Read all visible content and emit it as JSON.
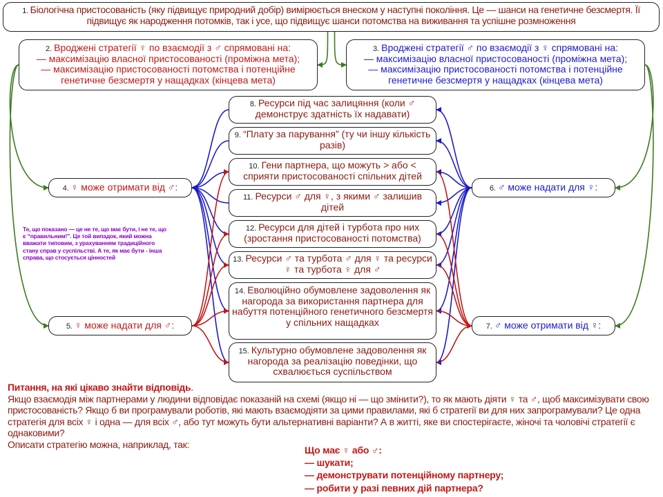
{
  "nodes": {
    "n1": {
      "num": "1.",
      "text": "Біологічна пристосованість (яку підвищує природний добір) вимірюється внеском у наступні покоління. Це — шанси на генетичне безсмертя. Її підвищує як народження потомків, так і усе, що підвищує шанси потомства на виживання та успішне розмноження"
    },
    "n2": {
      "num": "2.",
      "title": "Вроджені стратегії ♀ по взаємодії з ♂ спрямовані на:",
      "line1": "— максимізацію власної пристосованості (проміжна мета);",
      "line2": "— максимізацію пристосованості потомства і потенційне генетичне безсмертя у нащадках (кінцева мета)"
    },
    "n3": {
      "num": "3.",
      "title": "Вроджені стратегії ♂ по взаємодії з ♀ спрямовані на:",
      "line1": "— максимізацію власної пристосованості (проміжна мета);",
      "line2": "— максимізацію пристосованості потомства і потенційне генетичне безсмертя у нащадках (кінцева мета)"
    },
    "n4": {
      "num": "4.",
      "text": "♀ може отримати від ♂:"
    },
    "n5": {
      "num": "5.",
      "text": "♀ може надати для ♂:"
    },
    "n6": {
      "num": "6.",
      "text": "♂ може надати для ♀:"
    },
    "n7": {
      "num": "7.",
      "text": "♂ може отримати від ♀:"
    },
    "n8": {
      "num": "8.",
      "text": "Ресурси під час залицяння (коли ♂ демонструє здатність їх надавати)"
    },
    "n9": {
      "num": "9.",
      "text": "“Плату за парування” (ту чи іншу кількість разів)"
    },
    "n10": {
      "num": "10.",
      "text": "Гени партнера, що можуть > або < сприяти пристосованості спільних дітей"
    },
    "n11": {
      "num": "11.",
      "text": "Ресурси ♂ для ♀, з якими ♂ залишив дітей"
    },
    "n12": {
      "num": "12.",
      "text": "Ресурси для дітей і турбота про них (зростання пристосованості потомства)"
    },
    "n13": {
      "num": "13.",
      "text": "Ресурси ♂ та турбота ♂ для ♀ та ресурси ♀ та турбота ♀ для ♂"
    },
    "n14": {
      "num": "14.",
      "text": "Еволюційно обумовлене задоволення як нагорода за використання партнера для набуття потенційного генетичного безсмертя у спільних нащадках"
    },
    "n15": {
      "num": "15.",
      "text": "Культурно обумовлене задоволення як нагорода за реалізацію поведінки, що схвалюється суспільством"
    }
  },
  "note": "Те, що показано — це не те, що має бути, і не те, що є “правильним!”. Це той випадок, який можна вважати типовим, з урахуванням традиційного стану справ у суспільстві. А те, як має бути - інша справа, що стосується цінностей",
  "questions": {
    "title": "Питання, на які цікаво знайти відповідь",
    "title_dot": ".",
    "p1": "Якщо взаємодія між партнерами у людини відповідає показаній на схемі (якщо ні — що змінити?), то як мають діяти ♀ та ♂, щоб максимізувати свою пристосованість? Якщо б ви програмували роботів, які мають взаємодіяти за цими правилами, які б стратегії ви для них запрограмували? Це одна стратегія для всіх ♀ і одна — для всіх ♂, або тут можуть бути альтернативні варіанти? А в житті, яке ви спостерігаєте, жіночі та чоловічі стратегії є однаковими?",
    "p2": "Описати стратегію можна, наприклад, так:"
  },
  "actions": {
    "title": "Що має ♀ або ♂:",
    "items": [
      "— шукати;",
      "— демонструвати потенційному партнеру;",
      "— робити у разі певних дій партнера?"
    ]
  },
  "colors": {
    "red": "#c01818",
    "blue": "#1b1bc8",
    "green": "#3a7a1e",
    "brown": "#8a1a0f",
    "purple": "#8b00c8"
  },
  "links": {
    "green": [
      [
        "n1",
        "n2"
      ],
      [
        "n1",
        "n3"
      ],
      [
        "n2",
        "n4"
      ],
      [
        "n2",
        "n5"
      ],
      [
        "n3",
        "n6"
      ],
      [
        "n3",
        "n7"
      ]
    ],
    "blue": [
      [
        "n6",
        "n8"
      ],
      [
        "n6",
        "n9"
      ],
      [
        "n6",
        "n10"
      ],
      [
        "n6",
        "n11"
      ],
      [
        "n6",
        "n12"
      ],
      [
        "n6",
        "n13"
      ],
      [
        "n6",
        "n14"
      ],
      [
        "n6",
        "n15"
      ],
      [
        "n4",
        "n8"
      ],
      [
        "n4",
        "n9"
      ],
      [
        "n4",
        "n10"
      ],
      [
        "n4",
        "n11"
      ],
      [
        "n4",
        "n12"
      ],
      [
        "n4",
        "n13"
      ],
      [
        "n4",
        "n14"
      ],
      [
        "n4",
        "n15"
      ]
    ],
    "red": [
      [
        "n5",
        "n10"
      ],
      [
        "n5",
        "n12"
      ],
      [
        "n5",
        "n13"
      ],
      [
        "n5",
        "n14"
      ],
      [
        "n5",
        "n15"
      ],
      [
        "n7",
        "n10"
      ],
      [
        "n7",
        "n12"
      ],
      [
        "n7",
        "n13"
      ],
      [
        "n7",
        "n14"
      ],
      [
        "n7",
        "n15"
      ]
    ]
  }
}
